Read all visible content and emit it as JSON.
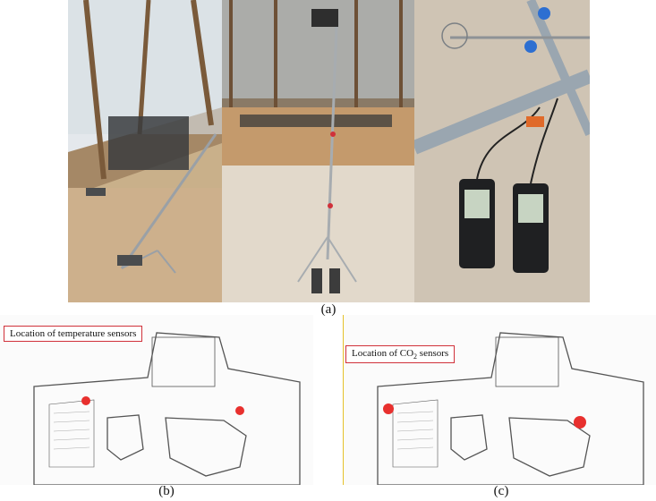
{
  "captions": {
    "a": "(a)",
    "b": "(b)",
    "c": "(c)"
  },
  "legend_b": {
    "text": "Location of temperature sensors"
  },
  "legend_c": {
    "prefix": "Location of CO",
    "sub": "2",
    "suffix": " sensors"
  },
  "colors": {
    "sensor_marker": "#e8302e",
    "legend_border": "#d0313a"
  }
}
